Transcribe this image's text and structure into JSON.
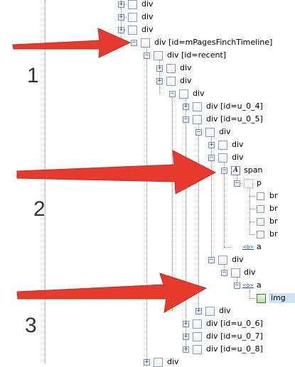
{
  "colors": {
    "arrow": "#e63a2e",
    "selection": "#cfe2f7",
    "link": "#1d4fb0"
  },
  "tree": {
    "n01": "div",
    "n02": "div",
    "n03": "div",
    "n04": "div [id=mPagesFinchTimeline]",
    "n05": "div [id=recent]",
    "n06": "div",
    "n07": "div",
    "n08": "div",
    "n09": "div [id=u_0_4]",
    "n10": "div [id=u_0_5]",
    "n11": "div",
    "n12": "div",
    "n13": "div",
    "n14": "span",
    "n15": "p",
    "n16": "br",
    "n17": "br",
    "n18": "br",
    "n19": "br",
    "n20": "a",
    "n21": "div",
    "n22": "div",
    "n23": "a",
    "n24": "img",
    "n25": "div",
    "n26": "div [id=u_0_6]",
    "n27": "div [id=u_0_7]",
    "n28": "div [id=u_0_8]",
    "n29": "div",
    "span_icon": "A",
    "link_icon": "<b>"
  },
  "annotations": {
    "num1": "1",
    "num2": "2",
    "num3": "3"
  }
}
